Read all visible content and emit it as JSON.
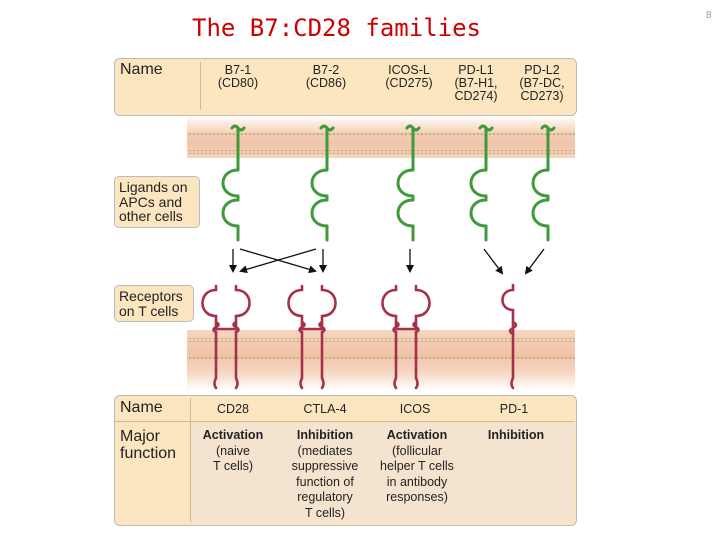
{
  "slide": {
    "title": "The B7:CD28 families",
    "page_number": "8"
  },
  "top_table": {
    "header": "Name",
    "ligands": [
      {
        "line1": "B7-1",
        "line2": "(CD80)",
        "line3": ""
      },
      {
        "line1": "B7-2",
        "line2": "(CD86)",
        "line3": ""
      },
      {
        "line1": "ICOS-L",
        "line2": "(CD275)",
        "line3": ""
      },
      {
        "line1": "PD-L1",
        "line2": "(B7-H1,",
        "line3": "CD274)"
      },
      {
        "line1": "PD-L2",
        "line2": "(B7-DC,",
        "line3": "CD273)"
      }
    ]
  },
  "side_labels": {
    "ligands": [
      "Ligands on",
      "APCs and",
      "other cells"
    ],
    "receptors": [
      "Receptors",
      "on T cells"
    ]
  },
  "bottom_table": {
    "name_header": "Name",
    "function_header": [
      "Major",
      "function"
    ],
    "receptors": [
      {
        "name": "CD28",
        "function": "Activation",
        "detail": [
          "(naive",
          "T cells)"
        ]
      },
      {
        "name": "CTLA-4",
        "function": "Inhibition",
        "detail": [
          "(mediates",
          "suppressive",
          "function of",
          "regulatory",
          "T cells)"
        ]
      },
      {
        "name": "ICOS",
        "function": "Activation",
        "detail": [
          "(follicular",
          "helper T cells",
          "in antibody",
          "responses)"
        ]
      },
      {
        "name": "PD-1",
        "function": "Inhibition",
        "detail": []
      }
    ]
  },
  "colors": {
    "ligand_green": "#3f9a3a",
    "receptor_red": "#a5324a",
    "membrane_pink": "#f2c7b0",
    "membrane_dots": "#c8b27e",
    "table_bg": "#fce6c0",
    "title_red": "#cc0000"
  }
}
